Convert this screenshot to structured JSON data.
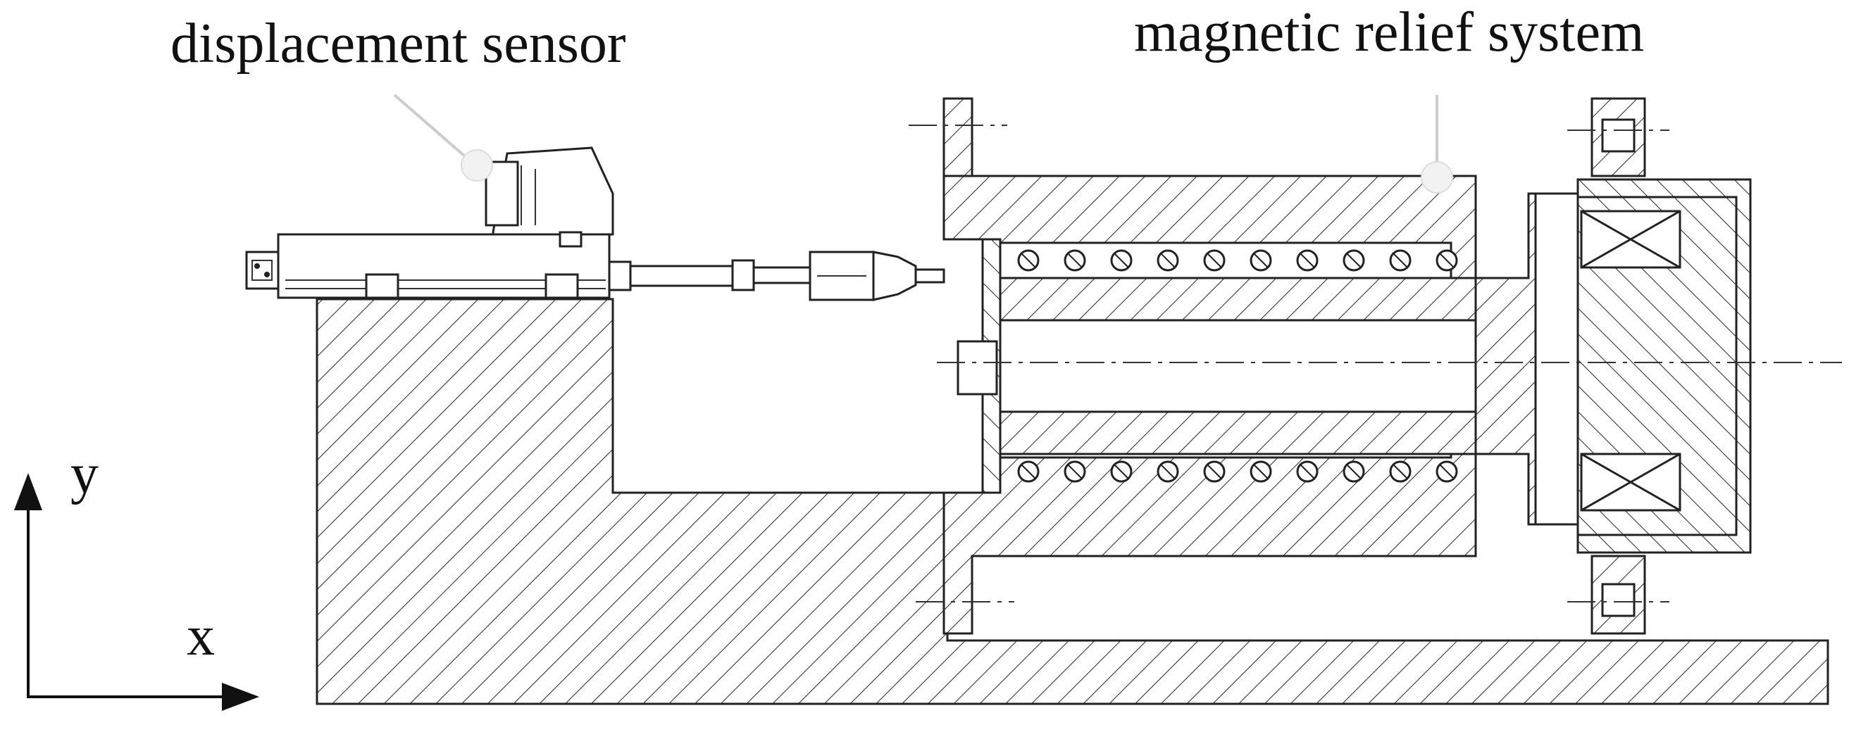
{
  "labels": {
    "displacement_sensor": "displacement sensor",
    "magnetic_relief_system": "magnetic relief system",
    "axis_y": "y",
    "axis_x": "x"
  },
  "colors": {
    "line": "#222222",
    "background": "#ffffff",
    "pointer": "#dddddd"
  },
  "icons": {
    "axis_arrow": "arrow-head",
    "pointer_dot": "circle"
  }
}
